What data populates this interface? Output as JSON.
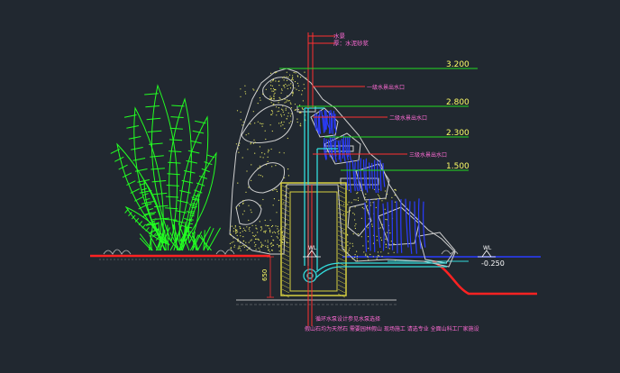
{
  "colors": {
    "background": "#212830",
    "leader": "#ff3030",
    "level_line": "#22dd22",
    "rock": "#cfcfcf",
    "speckle": "#e8e860",
    "water": "#2a3cff",
    "pipe": "#33dddd",
    "plant": "#22ff22",
    "ground": "#ff2222",
    "pool": "#d8d040",
    "note_text": "#ff6bd5",
    "elevation_text": "#ffff66"
  },
  "labels": {
    "top_material_1": "水景",
    "top_material_2": "厚：水泥砂浆",
    "outlet_1": "一级水景出水口",
    "outlet_2": "二级水景出水口",
    "outlet_3": "三级水景出水口",
    "note_1": "循环水泵设计参见水泵选择",
    "note_2": "假山石均为天然石 需要园林假山 现场施工 请选专业 全面山科工厂家施设",
    "depth": "650",
    "wl_left": "WL",
    "wl_right": "WL"
  },
  "elevations": {
    "e1": "3.200",
    "e2": "2.800",
    "e3": "2.300",
    "e4": "1.500",
    "e5": "-0.250"
  }
}
